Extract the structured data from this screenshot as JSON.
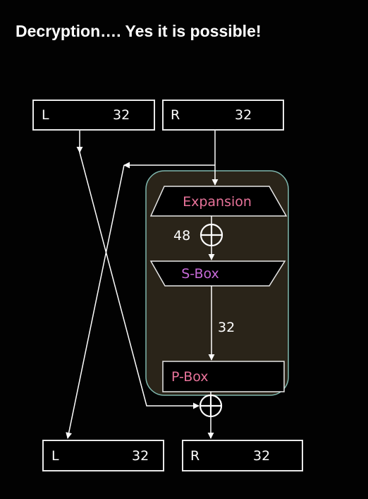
{
  "slide": {
    "title": "Decryption…. Yes it is possible!"
  },
  "diagram": {
    "top_left": {
      "letter": "L",
      "bits": "32"
    },
    "top_right": {
      "letter": "R",
      "bits": "32"
    },
    "bottom_left": {
      "letter": "L",
      "bits": "32"
    },
    "bottom_right": {
      "letter": "R",
      "bits": "32"
    },
    "expansion_label": "Expansion",
    "sbox_label": "S-Box",
    "pbox_label": "P-Box",
    "expansion_bits": "48",
    "sbox_bits": "32"
  },
  "colors": {
    "background": "#020202",
    "box_border": "#e8e8e8",
    "text": "#ffffff",
    "label_pink": "#e8739a",
    "function_border": "#7fb7ae",
    "function_fill": "#2a2419"
  }
}
